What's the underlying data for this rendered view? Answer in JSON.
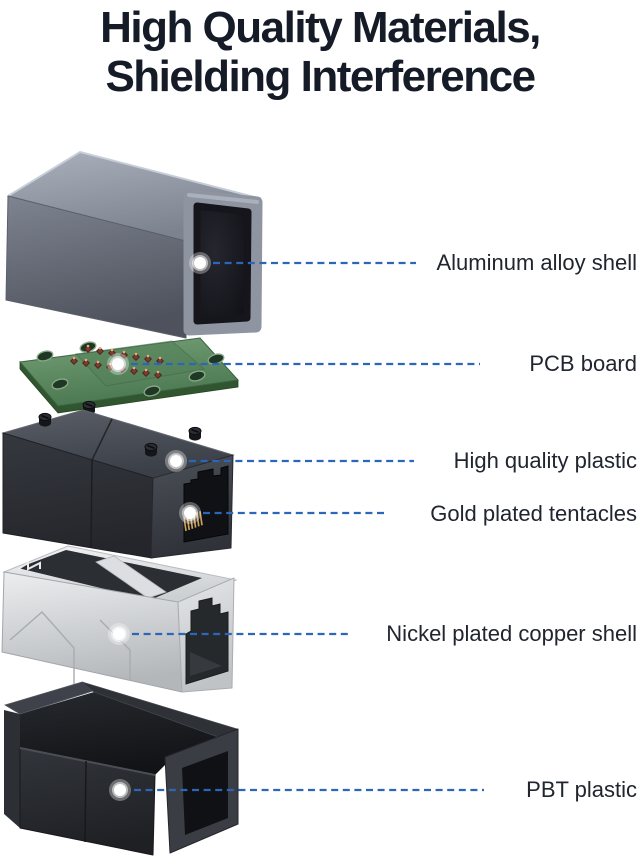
{
  "title": {
    "line1": "High Quality Materials,",
    "line2": "Shielding Interference"
  },
  "callouts": [
    {
      "label": "Aluminum alloy shell",
      "target": "aluminum-alloy-shell"
    },
    {
      "label": "PCB board",
      "target": "pcb-board"
    },
    {
      "label": "High quality plastic",
      "target": "black-plastic-housing"
    },
    {
      "label": "Gold plated tentacles",
      "target": "gold-plated-contacts"
    },
    {
      "label": "Nickel plated copper shell",
      "target": "nickel-plated-copper-shell"
    },
    {
      "label": "PBT plastic",
      "target": "pbt-plastic-frame"
    }
  ],
  "illustrations": [
    {
      "name": "aluminum-alloy-shell-render"
    },
    {
      "name": "pcb-board-render"
    },
    {
      "name": "black-plastic-housing-render"
    },
    {
      "name": "nickel-plated-copper-shell-render"
    },
    {
      "name": "pbt-plastic-frame-render"
    }
  ],
  "colors": {
    "background": "#ffffff",
    "title_text": "#151c28",
    "label_text": "#20252f",
    "callout_line_blue": "#2b66b8",
    "pcb_green": "#5d8a61",
    "aluminum_gray": "#8a909c",
    "nickel_silver": "#dfe1e4",
    "plastic_black": "#2b2d32",
    "gold_pins": "#caa157"
  }
}
